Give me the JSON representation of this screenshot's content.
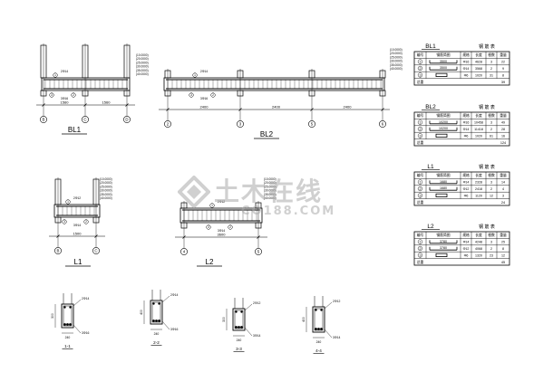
{
  "drawing": {
    "elevation_stack": [
      "(10.0000)",
      "(20.0000)",
      "(25.0000)",
      "(30.0000)",
      "(35.0000)",
      "(40.0000)"
    ],
    "level_labels": [
      "10.0000",
      "20.0000",
      "25.0000",
      "30.0000",
      "35.0000",
      "40.0000"
    ],
    "beams": [
      {
        "title": "BL1",
        "axes": [
          "B",
          "C",
          "D"
        ],
        "spans": [
          "1560",
          "1560"
        ],
        "top_bar": "2Φ14",
        "bottom_bar": "3Φ16",
        "marks": [
          "1",
          "2",
          "3",
          "4"
        ]
      },
      {
        "title": "BL2",
        "axes": [
          "2",
          "3",
          "5",
          "6"
        ],
        "spans": [
          "2400",
          "2400",
          "2400"
        ],
        "top_bar": "2Φ14",
        "bottom_bar": "3Φ16",
        "marks": [
          "1",
          "2",
          "3",
          "4"
        ]
      },
      {
        "title": "L1",
        "axes": [
          "B",
          "C"
        ],
        "spans": [
          "1500"
        ],
        "top_bar": "2Φ12",
        "bottom_bar": "3Φ14",
        "marks": [
          "1",
          "2",
          "3",
          "4"
        ]
      },
      {
        "title": "L2",
        "axes": [
          "4",
          "5"
        ],
        "spans": [
          "3600"
        ],
        "top_bar": "2Φ12",
        "bottom_bar": "3Φ14",
        "marks": [
          "1",
          "2",
          "3",
          "4"
        ]
      }
    ],
    "sections": [
      {
        "title": "1-1",
        "height": "300",
        "width": "240",
        "top": "2Φ14",
        "bottom": "3Φ16"
      },
      {
        "title": "2-2",
        "height": "400",
        "width": "240",
        "top": "2Φ14",
        "bottom": "3Φ16"
      },
      {
        "title": "3-3",
        "height": "300",
        "width": "240",
        "top": "2Φ12",
        "bottom": "3Φ14"
      },
      {
        "title": "4-4",
        "height": "400",
        "width": "240",
        "top": "2Φ12",
        "bottom": "3Φ14"
      }
    ],
    "tables": [
      {
        "beam": "BL1",
        "title": "钢 筋 表",
        "headers": [
          "编号",
          "钢筋简图",
          "规格",
          "长度",
          "根数",
          "重量"
        ],
        "rows": [
          [
            "1",
            "3500",
            "Φ16",
            "4628",
            "3",
            "22"
          ],
          [
            "2",
            "3500",
            "Φ14",
            "3568",
            "2",
            "9"
          ],
          [
            "3",
            "",
            "Φ6",
            "1020",
            "31",
            "8"
          ]
        ],
        "total_label": "总重",
        "total": "39"
      },
      {
        "beam": "BL2",
        "title": "钢 筋 表",
        "headers": [
          "编号",
          "钢筋简图",
          "规格",
          "长度",
          "根数",
          "重量"
        ],
        "rows": [
          [
            "1",
            "10200",
            "Φ16",
            "10458",
            "3",
            "49"
          ],
          [
            "2",
            "10200",
            "Φ14",
            "11418",
            "2",
            "28"
          ],
          [
            "3",
            "",
            "Φ6",
            "1020",
            "61",
            "16"
          ]
        ],
        "total_label": "总重",
        "total": "124"
      },
      {
        "beam": "L1",
        "title": "钢 筋 表",
        "headers": [
          "编号",
          "钢筋简图",
          "规格",
          "长度",
          "根数",
          "重量"
        ],
        "rows": [
          [
            "1",
            "1680",
            "Φ14",
            "2328",
            "3",
            "14"
          ],
          [
            "2",
            "1680",
            "Φ12",
            "2418",
            "2",
            "4"
          ],
          [
            "3",
            "",
            "Φ6",
            "1120",
            "12",
            "3"
          ]
        ],
        "total_label": "总重",
        "total": "24"
      },
      {
        "beam": "L2",
        "title": "钢 筋 表",
        "headers": [
          "编号",
          "钢筋简图",
          "规格",
          "长度",
          "根数",
          "重量"
        ],
        "rows": [
          [
            "1",
            "3780",
            "Φ14",
            "4248",
            "3",
            "25"
          ],
          [
            "2",
            "3780",
            "Φ12",
            "4068",
            "2",
            "8"
          ],
          [
            "3",
            "",
            "Φ6",
            "1320",
            "23",
            "12"
          ]
        ],
        "total_label": "总重",
        "total": "45"
      }
    ]
  },
  "watermark": {
    "title": "土木在线",
    "subtitle": "CO188.COM"
  },
  "colors": {
    "line": "#000000",
    "paper": "#ffffff",
    "watermark": "#aaaaaa"
  }
}
